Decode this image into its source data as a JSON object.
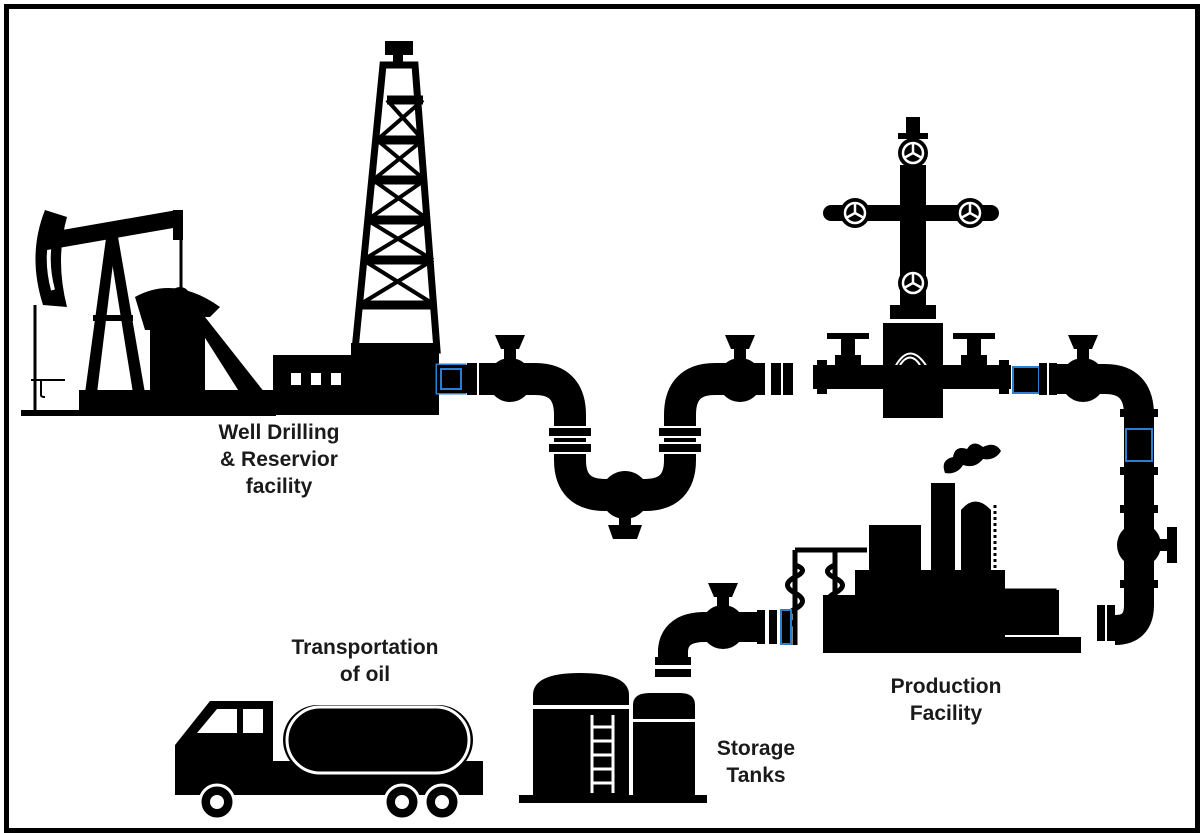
{
  "labels": {
    "well": [
      "Well Drilling",
      "& Reservior",
      "facility"
    ],
    "transport": [
      "Transportation",
      "of oil"
    ],
    "production": [
      "Production",
      "Facility"
    ],
    "storage": [
      "Storage",
      "Tanks"
    ]
  },
  "colors": {
    "ink": "#000000",
    "connector": "#2a7fd4",
    "background": "#ffffff"
  }
}
